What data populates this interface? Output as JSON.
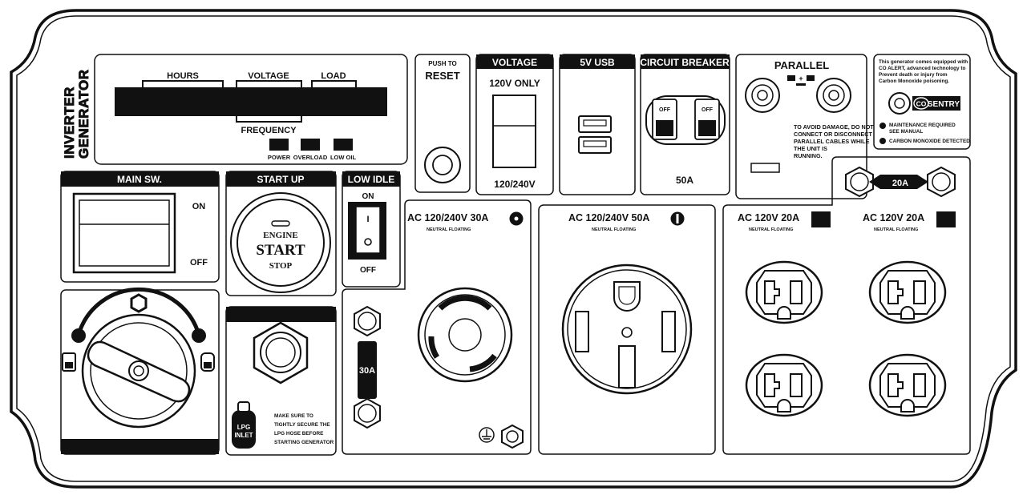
{
  "brand": {
    "line1": "INVERTER",
    "line2": "GENERATOR"
  },
  "display": {
    "hours": "HOURS",
    "voltage": "VOLTAGE",
    "load": "LOAD",
    "frequency": "FREQUENCY",
    "indicators": [
      "POWER",
      "OVERLOAD",
      "LOW OIL"
    ]
  },
  "reset": {
    "line1": "PUSH TO",
    "line2": "RESET"
  },
  "voltage_switch": {
    "title": "VOLTAGE",
    "top": "120V ONLY",
    "bottom": "120/240V"
  },
  "usb": {
    "title": "5V USB"
  },
  "breaker": {
    "title": "CIRCUIT BREAKER",
    "off": "OFF",
    "rating": "50A"
  },
  "parallel": {
    "title": "PARALLEL",
    "warning": [
      "TO AVOID DAMAGE, DO NOT",
      "CONNECT OR DISCONNECT",
      "PARALLEL CABLES WHILE",
      "THE UNIT IS",
      "RUNNING."
    ]
  },
  "co_alert": {
    "text": [
      "This generator comes equipped with",
      "CO ALERT, advanced technology to",
      "Prevent death or injury from",
      "Carbon Monoxide poisoning."
    ],
    "logo_co": "CO",
    "logo_word": "SENTRY",
    "maintenance": [
      "MAINTENANCE REQUIRED",
      "SEE MANUAL"
    ],
    "co_detected": "CARBON MONOXIDE DETECTED"
  },
  "main_switch": {
    "title": "MAIN SW.",
    "on": "ON",
    "off": "OFF"
  },
  "start": {
    "title": "START UP",
    "engine": "ENGINE",
    "start": "START",
    "stop": "STOP"
  },
  "low_idle": {
    "title": "LOW IDLE",
    "on": "ON",
    "off": "OFF",
    "i": "I",
    "o": "O"
  },
  "lpg": {
    "badge1": "LPG",
    "badge2": "INLET",
    "text": [
      "MAKE SURE TO",
      "TIGHTLY SECURE THE",
      "LPG HOSE BEFORE",
      "STARTING GENERATOR"
    ]
  },
  "breaker30": {
    "label": "30A"
  },
  "breaker20": {
    "label": "20A"
  },
  "outlets": {
    "ac30": "AC 120/240V 30A",
    "ac50": "AC 120/240V 50A",
    "ac20a": "AC 120V 20A",
    "ac20b": "AC 120V 20A",
    "neutral": "NEUTRAL FLOATING"
  }
}
